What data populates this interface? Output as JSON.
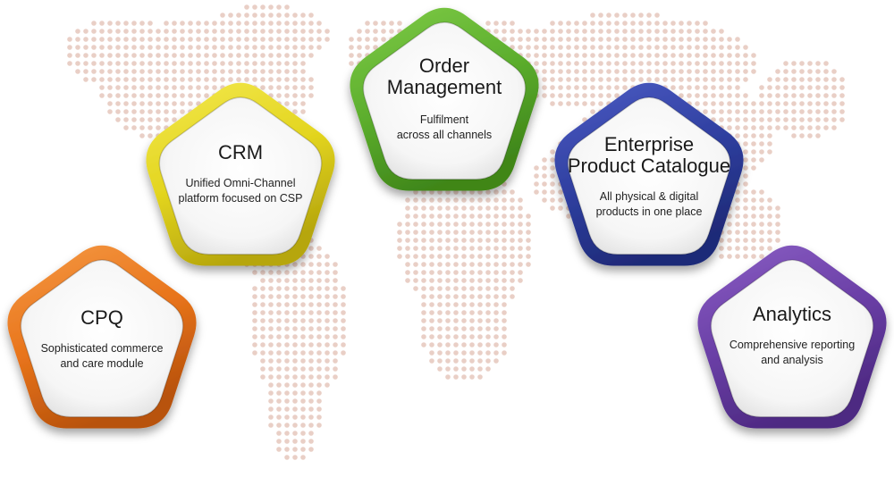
{
  "modules": [
    {
      "key": "cpq",
      "title": "CPQ",
      "description_lines": [
        "Sophisticated commerce",
        "and care module"
      ],
      "color": "#e8741b",
      "color_light": "#f59a45",
      "color_dark": "#b8520c"
    },
    {
      "key": "crm",
      "title": "CRM",
      "description_lines": [
        "Unified Omni-Channel",
        "platform focused on CSP"
      ],
      "color": "#e3d51f",
      "color_light": "#f3e84e",
      "color_dark": "#b6a60d"
    },
    {
      "key": "order",
      "title": "Order Management",
      "title_lines": [
        "Order",
        "Management"
      ],
      "description_lines": [
        "Fulfilment",
        "across all channels"
      ],
      "color": "#5cae2d",
      "color_light": "#7fcb47",
      "color_dark": "#3f8619"
    },
    {
      "key": "epc",
      "title": "Enterprise Product Catalogue",
      "title_lines": [
        "Enterprise",
        "Product Catalogue"
      ],
      "description_lines": [
        "All physical & digital",
        "products in one place"
      ],
      "color": "#2f3fa0",
      "color_light": "#4d5cc4",
      "color_dark": "#1f2a78"
    },
    {
      "key": "analytics",
      "title": "Analytics",
      "description_lines": [
        "Comprehensive reporting",
        "and analysis"
      ],
      "color": "#6a3fa6",
      "color_light": "#8a5ec4",
      "color_dark": "#4d2982"
    }
  ],
  "background": {
    "map_dot_color": "#e9cfc6"
  },
  "ui": {
    "cpq": {
      "title": "CPQ",
      "d1": "Sophisticated commerce",
      "d2": "and care module"
    },
    "crm": {
      "title": "CRM",
      "d1": "Unified Omni-Channel",
      "d2": "platform focused on CSP"
    },
    "order": {
      "t1": "Order",
      "t2": "Management",
      "d1": "Fulfilment",
      "d2": "across all channels"
    },
    "epc": {
      "t1": "Enterprise",
      "t2": "Product Catalogue",
      "d1": "All physical & digital",
      "d2": "products in one place"
    },
    "analytics": {
      "title": "Analytics",
      "d1": "Comprehensive reporting",
      "d2": "and analysis"
    }
  }
}
